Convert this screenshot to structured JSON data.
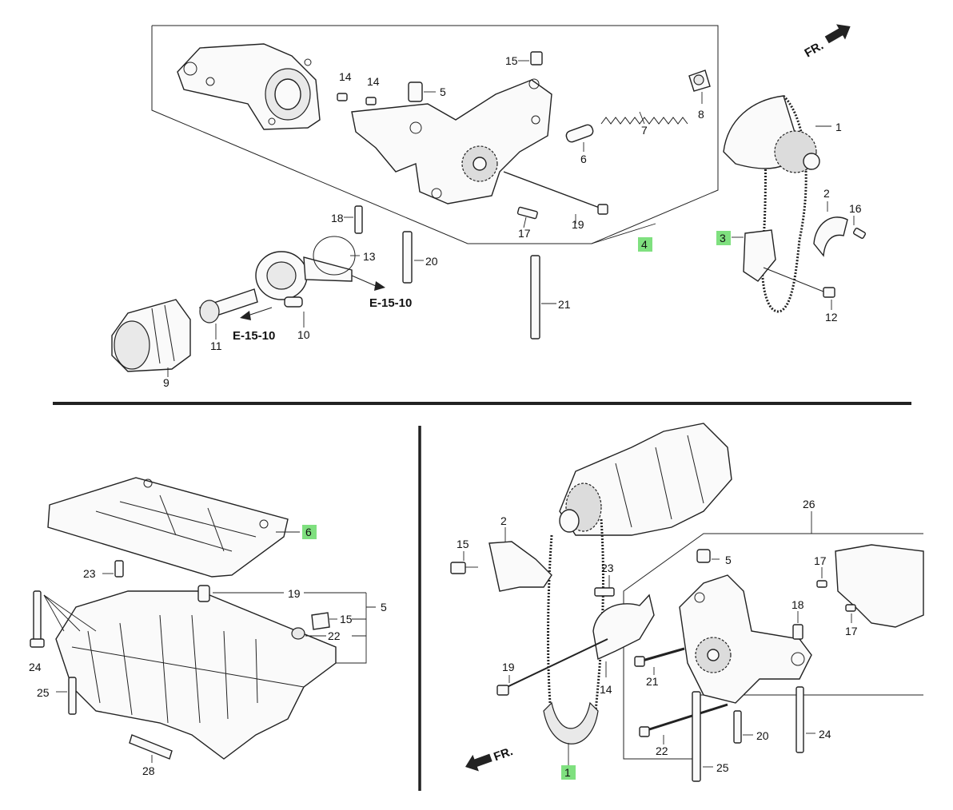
{
  "top": {
    "fr_label": "FR.",
    "ref_labels": [
      "E-15-10",
      "E-15-10"
    ],
    "callouts": {
      "p1": "1",
      "p2": "2",
      "p3": "3",
      "p4": "4",
      "p5": "5",
      "p6": "6",
      "p7": "7",
      "p8": "8",
      "p9": "9",
      "p10": "10",
      "p11": "11",
      "p12": "12",
      "p13": "13",
      "p14a": "14",
      "p14b": "14",
      "p15": "15",
      "p16": "16",
      "p17": "17",
      "p18": "18",
      "p19": "19",
      "p20": "20",
      "p21": "21"
    }
  },
  "bottom_left": {
    "callouts": {
      "p6": "6",
      "p23": "23",
      "p19": "19",
      "p5": "5",
      "p15": "15",
      "p22": "22",
      "p24": "24",
      "p25": "25",
      "p28": "28"
    }
  },
  "bottom_right": {
    "fr_label": "FR.",
    "callouts": {
      "p26": "26",
      "p2": "2",
      "p15": "15",
      "p23": "23",
      "p5": "5",
      "p17a": "17",
      "p17b": "17",
      "p18": "18",
      "p19": "19",
      "p14": "14",
      "p21": "21",
      "p1": "1",
      "p22": "22",
      "p20": "20",
      "p24": "24",
      "p25": "25"
    }
  },
  "colors": {
    "highlight": "#7fe07f",
    "divider": "#222222"
  },
  "icons": [
    "fr-arrow-icon"
  ]
}
